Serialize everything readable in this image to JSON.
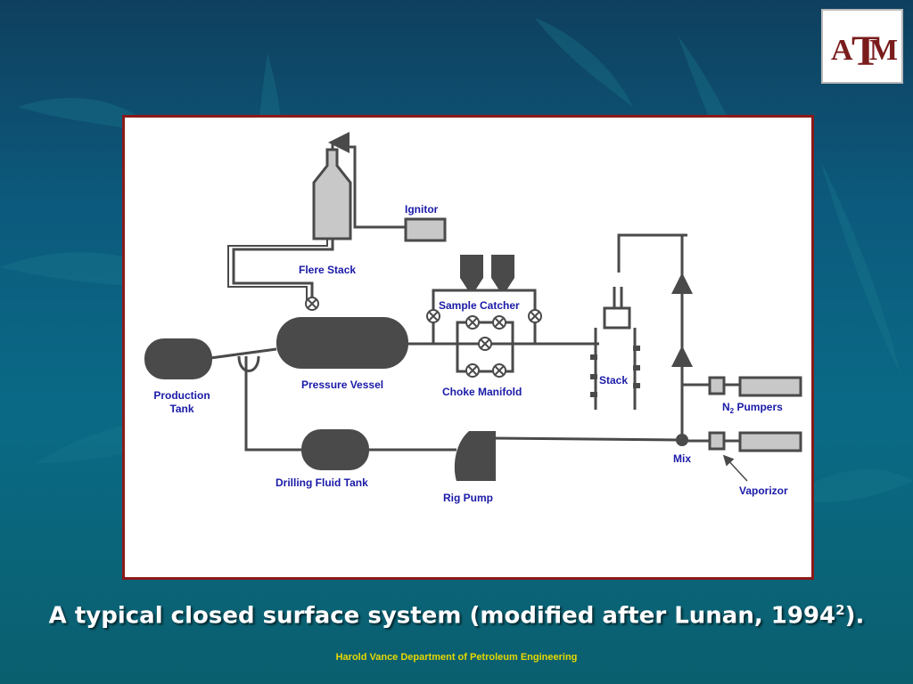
{
  "logo": {
    "text_a": "A",
    "text_t": "T",
    "text_m": "M",
    "color": "#7a1c1c"
  },
  "diagram": {
    "labels": {
      "ignitor": "Ignitor",
      "flare_stack": "Flere Stack",
      "sample_catcher": "Sample Catcher",
      "production_tank_1": "Production",
      "production_tank_2": "Tank",
      "pressure_vessel": "Pressure Vessel",
      "choke_manifold": "Choke Manifold",
      "stack": "Stack",
      "n2_pumpers_n": "N",
      "n2_pumpers_sub": "2",
      "n2_pumpers_rest": " Pumpers",
      "mix": "Mix",
      "drilling_fluid_tank": "Drilling Fluid Tank",
      "rig_pump": "Rig Pump",
      "vaporizor": "Vaporizor"
    },
    "colors": {
      "equipment": "#4a4a4a",
      "label": "#1a1aa8",
      "frame": "#8b1a1a"
    }
  },
  "caption": {
    "text": "A typical closed surface system (modified after Lunan, 1994",
    "sup": "2",
    "end": ")."
  },
  "footer": {
    "text": "Harold Vance Department of Petroleum Engineering"
  }
}
